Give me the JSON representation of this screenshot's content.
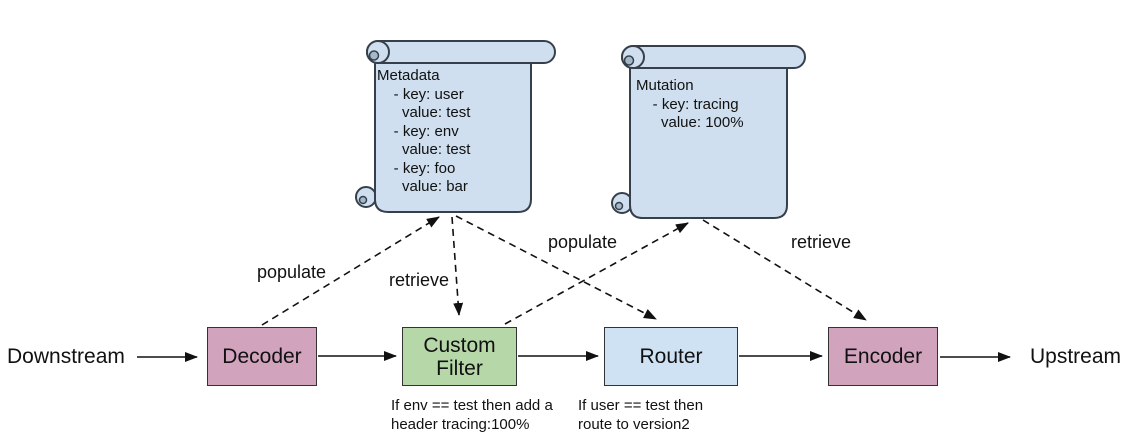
{
  "endpoints": {
    "downstream": "Downstream",
    "upstream": "Upstream"
  },
  "nodes": {
    "decoder": {
      "label": "Decoder"
    },
    "custom_filter": {
      "label": "Custom\nFilter",
      "caption": "If env == test then add a\nheader tracing:100%"
    },
    "router": {
      "label": "Router",
      "caption": "If user == test then\nroute to version2"
    },
    "encoder": {
      "label": "Encoder"
    }
  },
  "scrolls": {
    "metadata": {
      "text": "Metadata\n    - key: user\n      value: test\n    - key: env\n      value: test\n    - key: foo\n      value: bar"
    },
    "mutation": {
      "text": "Mutation\n    - key: tracing\n      value: 100%"
    }
  },
  "edge_labels": {
    "populate_decoder_to_metadata": "populate",
    "retrieve_metadata_to_filter": "retrieve",
    "populate_filter_to_mutation": "populate",
    "retrieve_mutation_to_encoder": "retrieve"
  },
  "colors": {
    "node_pink": "#d1a3bd",
    "node_green": "#b6d7a8",
    "node_blue": "#cfe2f3",
    "scroll_fill": "#cfdfef",
    "outline": "#333333",
    "scroll_outline": "#36404a",
    "arrow": "#111111",
    "text": "#111111",
    "bg": "#ffffff"
  }
}
